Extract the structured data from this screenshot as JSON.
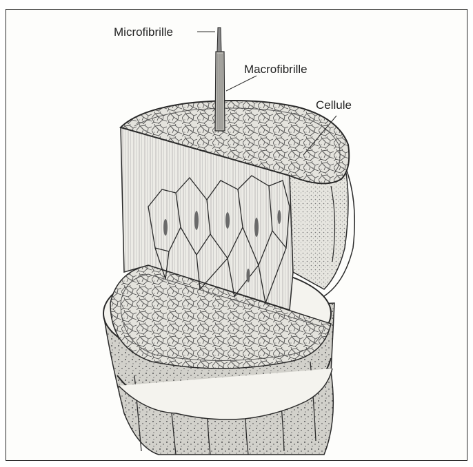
{
  "labels": {
    "microfibril": "Microfibrille",
    "macrofibril": "Macrofibrille",
    "cell": "Cellule"
  },
  "colors": {
    "ink": "#2a2a2a",
    "paper": "#fdfdfb",
    "cut_face": "#e9e8e2",
    "cell_wall": "#555555"
  }
}
